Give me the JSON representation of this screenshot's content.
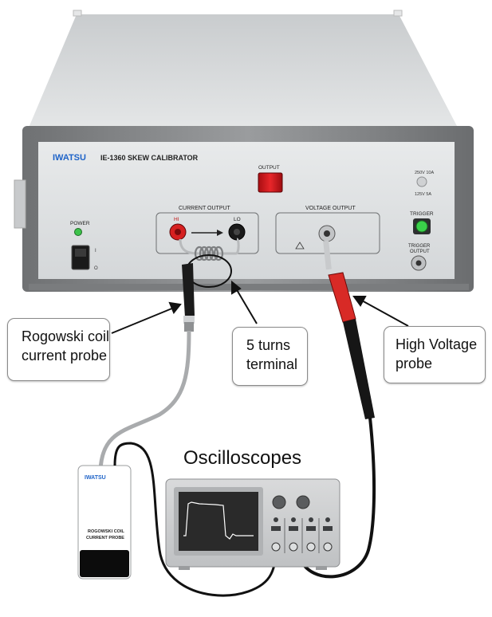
{
  "instrument": {
    "brand": "IWATSU",
    "model": "IE-1360 SKEW CALIBRATOR",
    "output_label": "OUTPUT",
    "fuse_label_top": "250V 10A",
    "fuse_label_bottom": "125V 5A",
    "current_output_label": "CURRENT OUTPUT",
    "hi_label": "HI",
    "lo_label": "LO",
    "voltage_output_label": "VOLTAGE OUTPUT",
    "trigger_label": "TRIGGER",
    "trigger_output_label_line1": "TRIGGER",
    "trigger_output_label_line2": "OUTPUT",
    "power_label": "POWER",
    "switch_on": "I",
    "switch_off": "O"
  },
  "callouts": {
    "rogowski": {
      "line1": "Rogowski coil",
      "line2": "current probe"
    },
    "turns": {
      "line1": "5 turns",
      "line2": "terminal"
    },
    "high_voltage": {
      "line1": "High Voltage",
      "line2": "probe"
    }
  },
  "oscilloscope": {
    "title": "Oscilloscopes"
  },
  "probe_box": {
    "brand": "IWATSU",
    "label_line1": "ROGOWSKI COIL",
    "label_line2": "CURRENT PROBE"
  },
  "colors": {
    "accent_red": "#d62020",
    "brand_blue": "#1e63c8",
    "trigger_green": "#3ad04a"
  }
}
